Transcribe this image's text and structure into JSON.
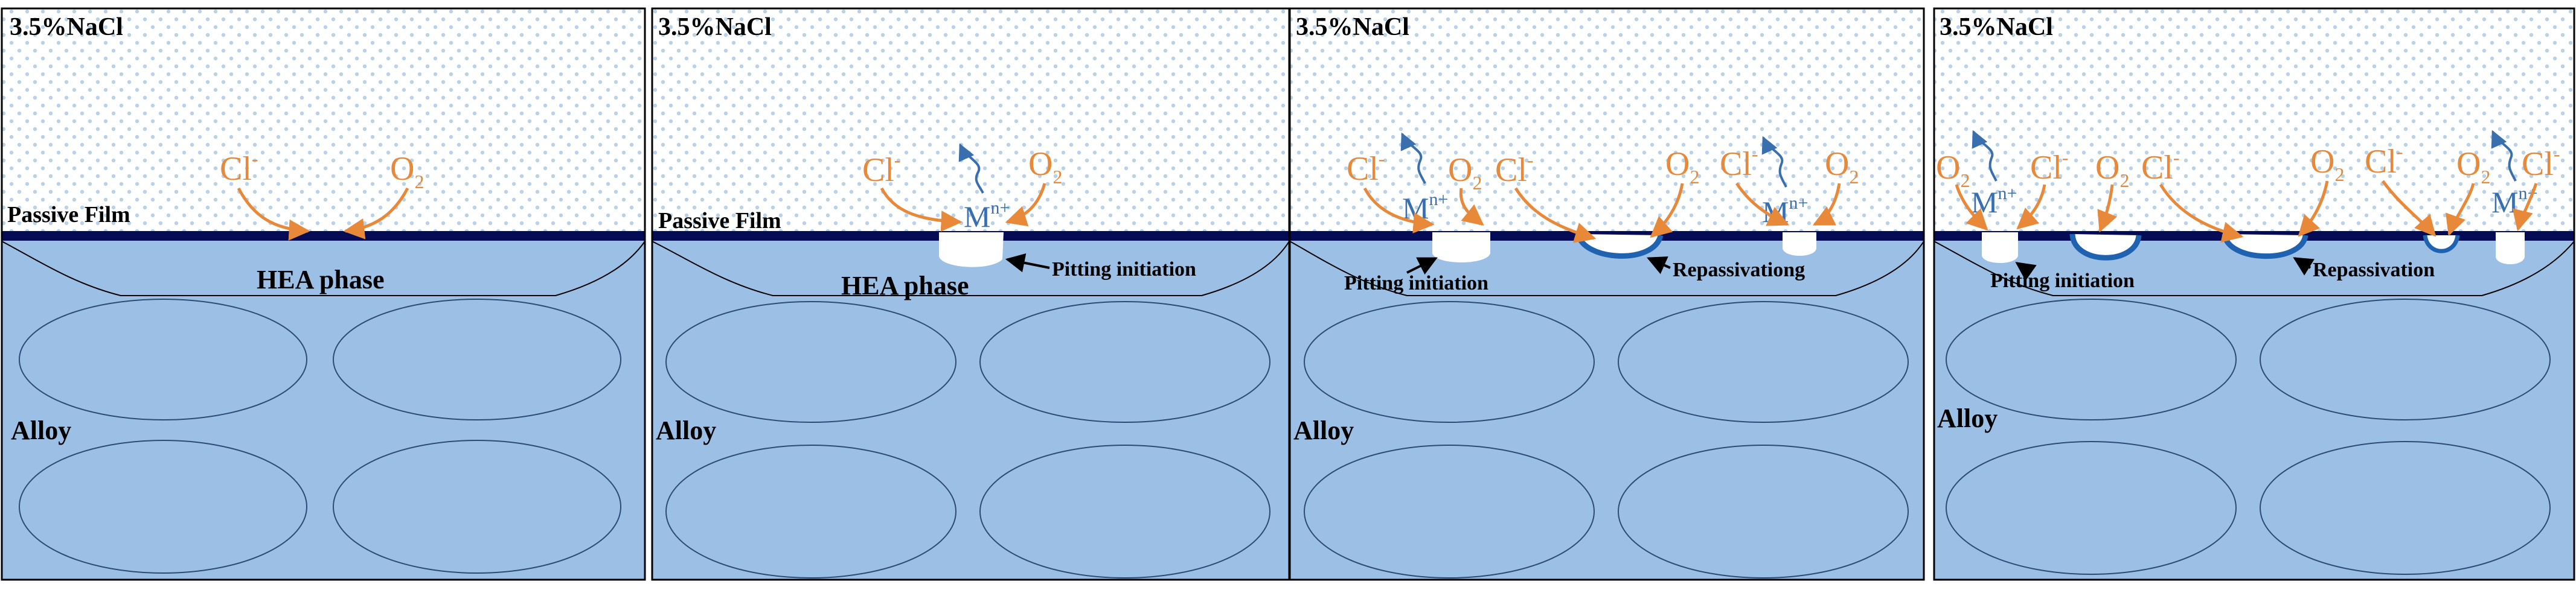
{
  "colors": {
    "solution_bg": "#ffffff",
    "solution_dot": "#b9d2e8",
    "alloy_fill": "#9cbfe6",
    "film": "#050b55",
    "border": "#000000",
    "orange": "#e8893a",
    "blue": "#3a6fae",
    "pit_rim": "#1f63b0"
  },
  "panels": [
    {
      "solution_label": "3.5%NaCl",
      "film_label": "Passive Film",
      "phase_label": "HEA phase",
      "alloy_label": "Alloy",
      "ions": [
        {
          "name": "cl-ion",
          "base": "Cl",
          "sup": "-",
          "sub": "",
          "color": "orange"
        },
        {
          "name": "o2-ion",
          "base": "O",
          "sup": "",
          "sub": "2",
          "color": "orange"
        }
      ],
      "callouts": []
    },
    {
      "solution_label": "3.5%NaCl",
      "film_label": "Passive Film",
      "phase_label": "HEA phase",
      "alloy_label": "Alloy",
      "ions": [
        {
          "name": "cl-ion",
          "base": "Cl",
          "sup": "-",
          "sub": "",
          "color": "orange"
        },
        {
          "name": "o2-ion",
          "base": "O",
          "sup": "",
          "sub": "2",
          "color": "orange"
        },
        {
          "name": "metal-ion",
          "base": "M",
          "sup": "n+",
          "sub": "",
          "color": "blue"
        }
      ],
      "callouts": [
        "Pitting initiation"
      ]
    },
    {
      "solution_label": "3.5%NaCl",
      "film_label": "",
      "phase_label": "",
      "alloy_label": "Alloy",
      "ions": [
        {
          "name": "cl-ion-1",
          "base": "Cl",
          "sup": "-",
          "sub": "",
          "color": "orange"
        },
        {
          "name": "metal-ion-1",
          "base": "M",
          "sup": "n+",
          "sub": "",
          "color": "blue"
        },
        {
          "name": "o2-ion-1",
          "base": "O",
          "sup": "",
          "sub": "2",
          "color": "orange"
        },
        {
          "name": "cl-ion-2",
          "base": "Cl",
          "sup": "-",
          "sub": "",
          "color": "orange"
        },
        {
          "name": "o2-ion-2",
          "base": "O",
          "sup": "",
          "sub": "2",
          "color": "orange"
        },
        {
          "name": "cl-ion-3",
          "base": "Cl",
          "sup": "-",
          "sub": "",
          "color": "orange"
        },
        {
          "name": "metal-ion-2",
          "base": "M",
          "sup": "n+",
          "sub": "",
          "color": "blue"
        },
        {
          "name": "o2-ion-3",
          "base": "O",
          "sup": "",
          "sub": "2",
          "color": "orange"
        }
      ],
      "callouts": [
        "Pitting initiation",
        "Repassivationg"
      ]
    },
    {
      "solution_label": "3.5%NaCl",
      "film_label": "",
      "phase_label": "",
      "alloy_label": "Alloy",
      "ions": [
        {
          "name": "o2-ion-1",
          "base": "O",
          "sup": "",
          "sub": "2",
          "color": "orange"
        },
        {
          "name": "metal-ion-1",
          "base": "M",
          "sup": "n+",
          "sub": "",
          "color": "blue"
        },
        {
          "name": "cl-ion-1",
          "base": "Cl",
          "sup": "-",
          "sub": "",
          "color": "orange"
        },
        {
          "name": "o2-ion-2",
          "base": "O",
          "sup": "",
          "sub": "2",
          "color": "orange"
        },
        {
          "name": "cl-ion-2",
          "base": "Cl",
          "sup": "-",
          "sub": "",
          "color": "orange"
        },
        {
          "name": "o2-ion-3",
          "base": "O",
          "sup": "",
          "sub": "2",
          "color": "orange"
        },
        {
          "name": "cl-ion-3",
          "base": "Cl",
          "sup": "-",
          "sub": "",
          "color": "orange"
        },
        {
          "name": "o2-ion-4",
          "base": "O",
          "sup": "",
          "sub": "2",
          "color": "orange"
        },
        {
          "name": "metal-ion-2",
          "base": "M",
          "sup": "n+",
          "sub": "",
          "color": "blue"
        },
        {
          "name": "cl-ion-4",
          "base": "Cl",
          "sup": "-",
          "sub": "",
          "color": "orange"
        }
      ],
      "callouts": [
        "Pitting initiation",
        "Repassivation"
      ]
    }
  ]
}
